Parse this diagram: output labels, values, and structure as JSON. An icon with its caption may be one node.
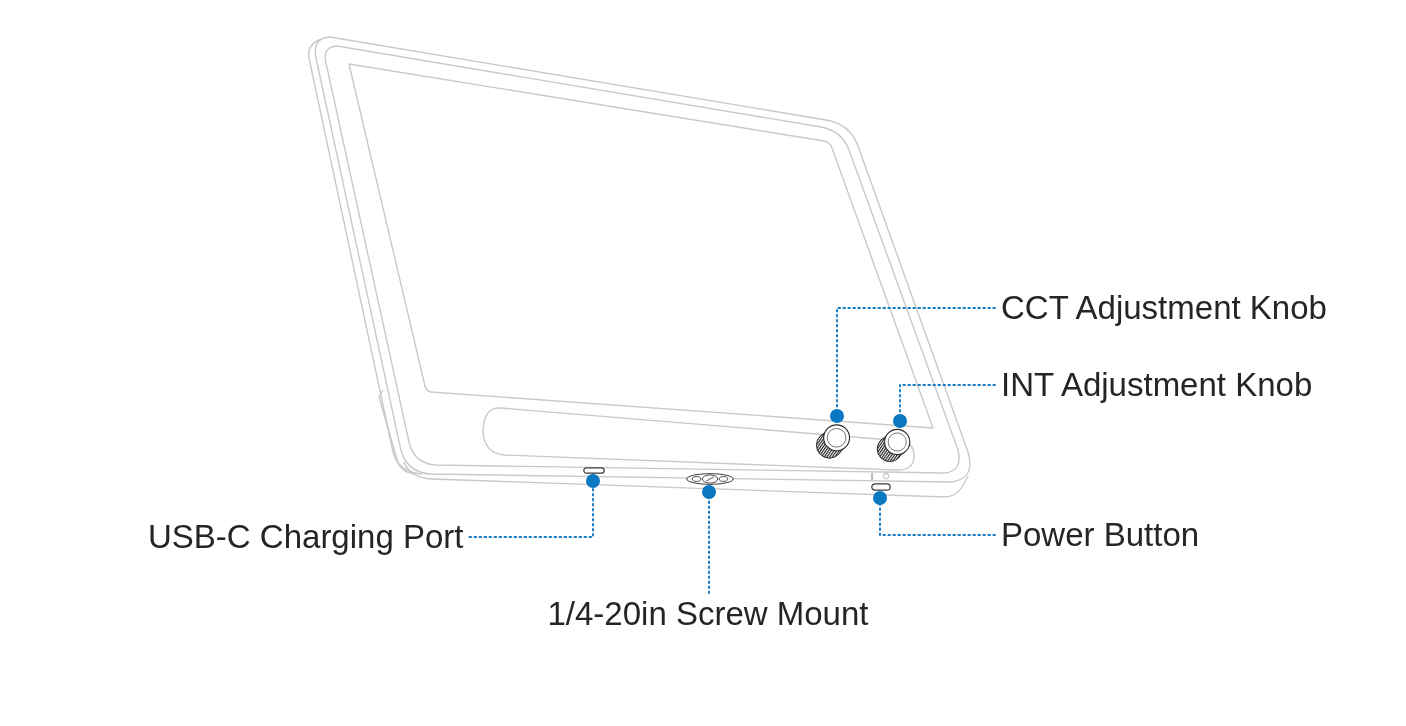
{
  "diagram": {
    "nodes": [
      {
        "text": [
          "CCT Adjustment Knob"
        ]
      },
      {
        "text": [
          "INT Adjustment Knob"
        ]
      },
      {
        "text": [
          "USB-C Charging Port"
        ]
      },
      {
        "text": [
          "Power Button"
        ]
      },
      {
        "text": [
          "1/4-20in Screw Mount"
        ]
      },
      {
        "text": [],
        "shape": "picture"
      },
      {
        "text": [],
        "shape": "picture"
      },
      {
        "text": [],
        "shape": "box"
      },
      {
        "text": [],
        "shape": "picture"
      },
      {
        "text": [],
        "shape": "box"
      }
    ],
    "edges": [
      {
        "from": 0,
        "to": 5,
        "arrow": "other"
      },
      {
        "from": 1,
        "to": 6,
        "arrow": "other"
      },
      {
        "from": 2,
        "to": 7,
        "arrow": "other"
      },
      {
        "from": 3,
        "to": 9,
        "arrow": "other"
      },
      {
        "from": 4,
        "to": 8,
        "arrow": "other"
      }
    ]
  }
}
